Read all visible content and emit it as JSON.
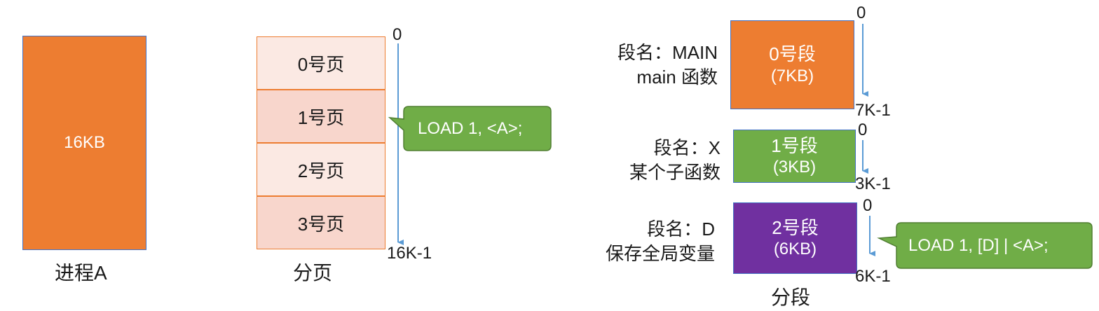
{
  "process": {
    "size_label": "16KB",
    "caption": "进程A"
  },
  "paging": {
    "caption": "分页",
    "pages": [
      "0号页",
      "1号页",
      "2号页",
      "3号页"
    ],
    "axis_start": "0",
    "axis_end": "16K-1",
    "callout": "LOAD 1, <A>;"
  },
  "segmentation": {
    "caption": "分段",
    "segments": [
      {
        "name_line": "段名：MAIN",
        "desc_line": "main 函数",
        "title": "0号段",
        "size": "(7KB)",
        "axis_start": "0",
        "axis_end": "7K-1",
        "color": "#ed7d31"
      },
      {
        "name_line": "段名：X",
        "desc_line": "某个子函数",
        "title": "1号段",
        "size": "(3KB)",
        "axis_start": "0",
        "axis_end": "3K-1",
        "color": "#70ad47"
      },
      {
        "name_line": "段名：D",
        "desc_line": "保存全局变量",
        "title": "2号段",
        "size": "(6KB)",
        "axis_start": "0",
        "axis_end": "6K-1",
        "color": "#7030a0"
      }
    ],
    "callout": "LOAD 1, [D] | <A>;"
  },
  "colors": {
    "orange": "#ed7d31",
    "green": "#70ad47",
    "purple": "#7030a0",
    "arrow": "#5b9bd5"
  }
}
